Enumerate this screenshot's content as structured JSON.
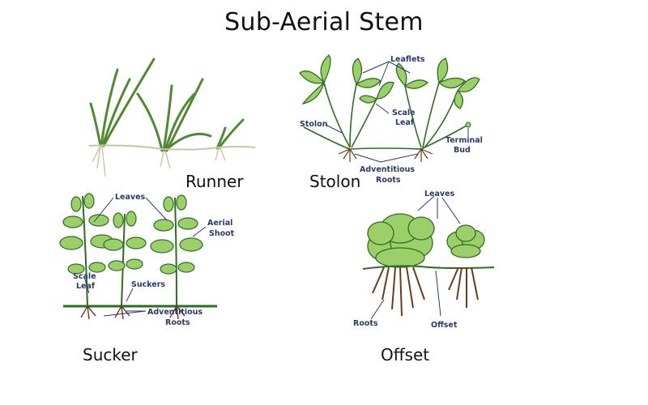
{
  "title": "Sub-Aerial Stem",
  "colors": {
    "leaf_fill": "#9ccf6a",
    "leaf_dark": "#2d6e24",
    "root": "#6b3b1c",
    "label": "#2b3a66",
    "grass": "#4f8a32"
  },
  "panels": {
    "runner": {
      "caption": "Runner"
    },
    "stolon": {
      "caption": "Stolon",
      "labels": {
        "leaflets": "Leaflets",
        "scale_leaf": [
          "Scale",
          "Leaf"
        ],
        "stolon": "Stolon",
        "terminal_bud": [
          "Terminal",
          "Bud"
        ],
        "adventitious_roots": [
          "Adventitious",
          "Roots"
        ]
      }
    },
    "sucker": {
      "caption": "Sucker",
      "labels": {
        "leaves": "Leaves",
        "aerial_shoot": [
          "Aerial",
          "Shoot"
        ],
        "scale_leaf": [
          "Scale",
          "Leaf"
        ],
        "suckers": "Suckers",
        "adventitious_roots": [
          "Adventitious",
          "Roots"
        ]
      }
    },
    "offset": {
      "caption": "Offset",
      "labels": {
        "leaves": "Leaves",
        "roots": "Roots",
        "offset": "Offset"
      }
    }
  }
}
